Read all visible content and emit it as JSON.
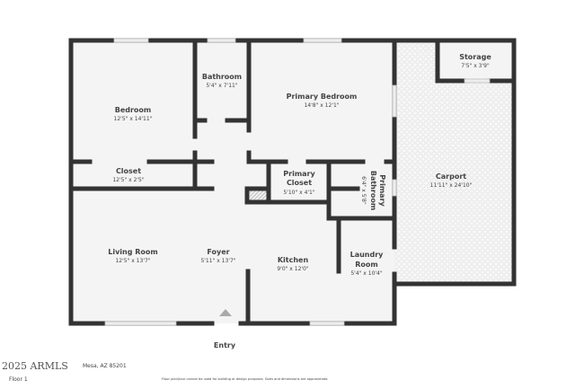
{
  "floorplan": {
    "rooms": [
      {
        "id": "bedroom",
        "name": "Bedroom",
        "dims": "12'5\" x 14'11\""
      },
      {
        "id": "bathroom",
        "name": "Bathroom",
        "dims": "5'4\" x 7'11\""
      },
      {
        "id": "primary-bedroom",
        "name": "Primary Bedroom",
        "dims": "14'8\" x 12'1\""
      },
      {
        "id": "closet",
        "name": "Closet",
        "dims": "12'5\" x 2'5\""
      },
      {
        "id": "primary-closet",
        "name_line1": "Primary",
        "name_line2": "Closet",
        "dims": "5'10\" x 4'1\""
      },
      {
        "id": "primary-bathroom",
        "name_line1": "Primary",
        "name_line2": "Bathroom",
        "dims": "6'4\" x 5'8\""
      },
      {
        "id": "carport",
        "name": "Carport",
        "dims": "11'11\" x 24'10\""
      },
      {
        "id": "storage",
        "name": "Storage",
        "dims": "7'5\" x 3'9\""
      },
      {
        "id": "living-room",
        "name": "Living Room",
        "dims": "12'5\" x 13'7\""
      },
      {
        "id": "foyer",
        "name": "Foyer",
        "dims": "5'11\" x 13'7\""
      },
      {
        "id": "kitchen",
        "name": "Kitchen",
        "dims": "9'0\" x 12'0\""
      },
      {
        "id": "laundry-room",
        "name_line1": "Laundry",
        "name_line2": "Room",
        "dims": "5'4\" x 10'4\""
      }
    ],
    "entry_label": "Entry"
  },
  "footer": {
    "watermark": "2025 ARMLS",
    "address": "Mesa, AZ 85201",
    "floor": "Floor 1",
    "disclaimer": "Floor plan/tour cannot be used for building or design purposes. Sizes and dimensions are approximate."
  },
  "colors": {
    "wall": "#333333",
    "floor": "#f4f4f4",
    "text": "#444444"
  }
}
